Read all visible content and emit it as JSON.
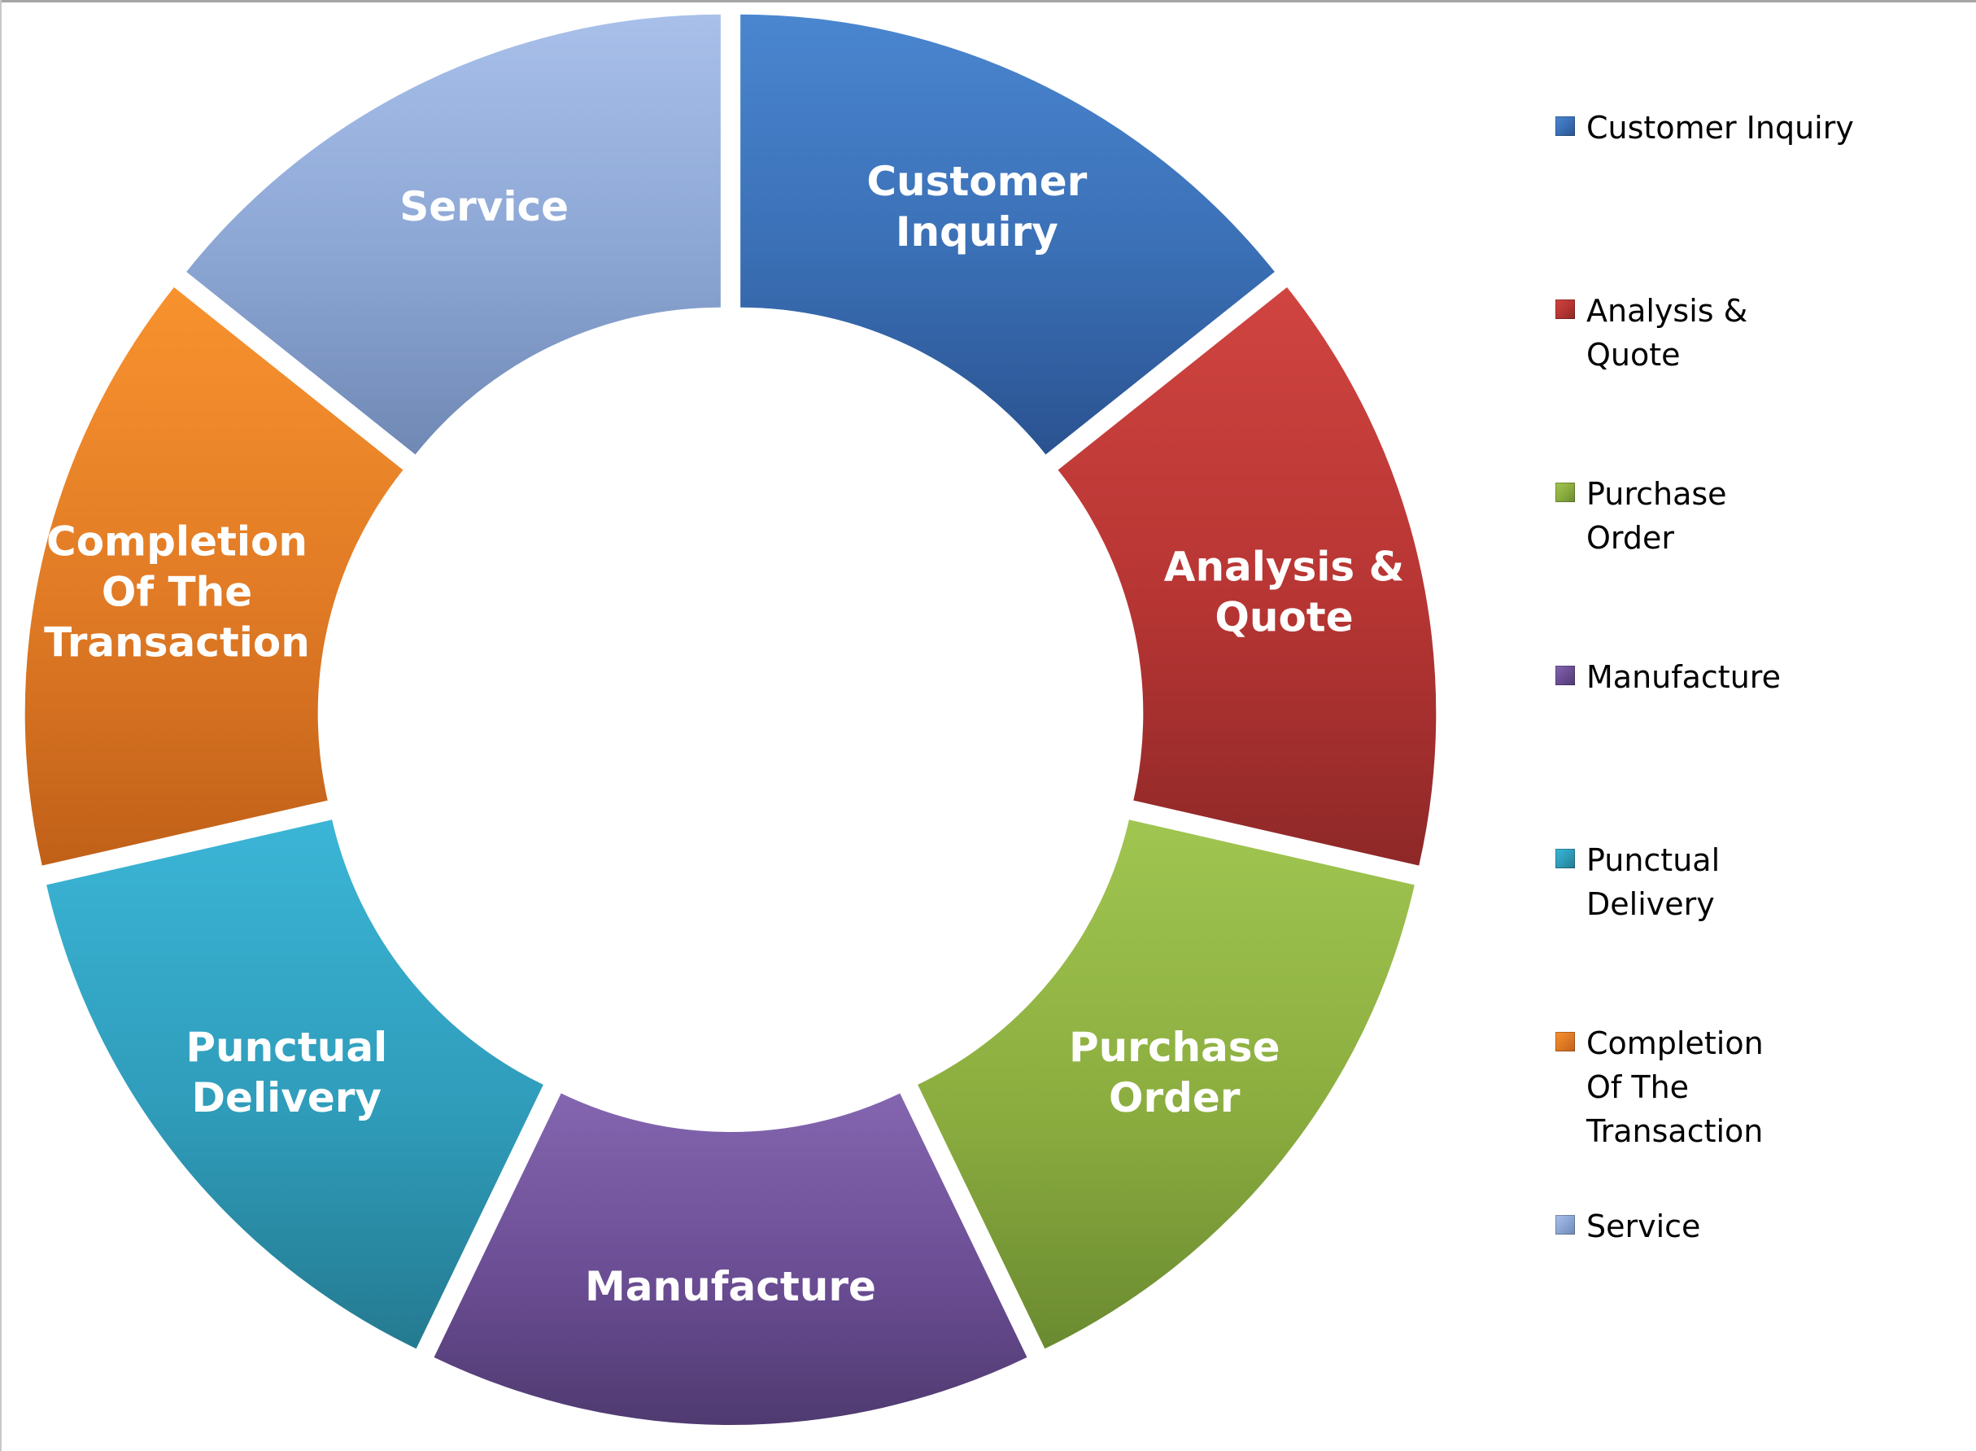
{
  "chart_data": {
    "type": "pie",
    "variant": "donut-exploded",
    "title": "",
    "start": "top",
    "direction": "clockwise",
    "legend_position": "right",
    "categories": [
      "Customer Inquiry",
      "Analysis & Quote",
      "Purchase Order",
      "Manufacture",
      "Punctual Delivery",
      "Completion Of The Transaction",
      "Service"
    ],
    "values": [
      1,
      1,
      1,
      1,
      1,
      1,
      1
    ],
    "slice_labels": [
      [
        "Customer",
        "Inquiry"
      ],
      [
        "Analysis &",
        "Quote"
      ],
      [
        "Purchase",
        "Order"
      ],
      [
        "Manufacture"
      ],
      [
        "Punctual",
        "Delivery"
      ],
      [
        "Completion",
        "Of The",
        "Transaction"
      ],
      [
        "Service"
      ]
    ],
    "colors": [
      "#3a6fb5",
      "#b63533",
      "#8bad3f",
      "#6b4d94",
      "#2f9cba",
      "#e07a25",
      "#8ca6d4"
    ],
    "colors_light": [
      "#4a86d0",
      "#d04440",
      "#a0c550",
      "#8466b0",
      "#3bb5d6",
      "#f8922e",
      "#a8c0ea"
    ],
    "colors_dark": [
      "#2a5290",
      "#8e2828",
      "#6a8a30",
      "#4f3a70",
      "#247a90",
      "#c06018",
      "#6f88b4"
    ]
  },
  "legend": {
    "items": [
      {
        "label": "Customer Inquiry"
      },
      {
        "label": "Analysis &\nQuote"
      },
      {
        "label": "Purchase\nOrder"
      },
      {
        "label": "Manufacture"
      },
      {
        "label": "Punctual\nDelivery"
      },
      {
        "label": "Completion\nOf The\nTransaction"
      },
      {
        "label": "Service"
      }
    ]
  }
}
